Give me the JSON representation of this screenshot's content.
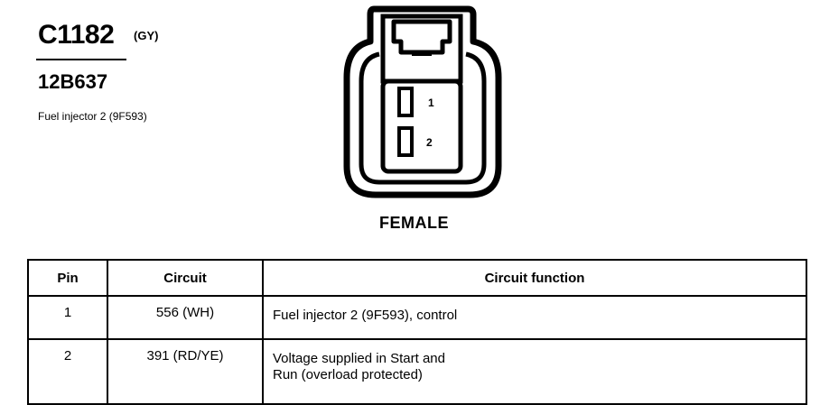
{
  "header": {
    "connector_id": "C1182",
    "color_code": "(GY)",
    "part_number": "12B637",
    "description": "Fuel injector 2 (9F593)"
  },
  "connector": {
    "gender": "FEMALE",
    "pin_labels": [
      "1",
      "2"
    ]
  },
  "table": {
    "headers": [
      "Pin",
      "Circuit",
      "Circuit function"
    ],
    "rows": [
      {
        "pin": "1",
        "circuit": "556 (WH)",
        "function_lines": [
          "Fuel injector 2 (9F593), control"
        ]
      },
      {
        "pin": "2",
        "circuit": "391 (RD/YE)",
        "function_lines": [
          "Voltage supplied in Start and",
          "Run (overload protected)"
        ]
      }
    ]
  }
}
